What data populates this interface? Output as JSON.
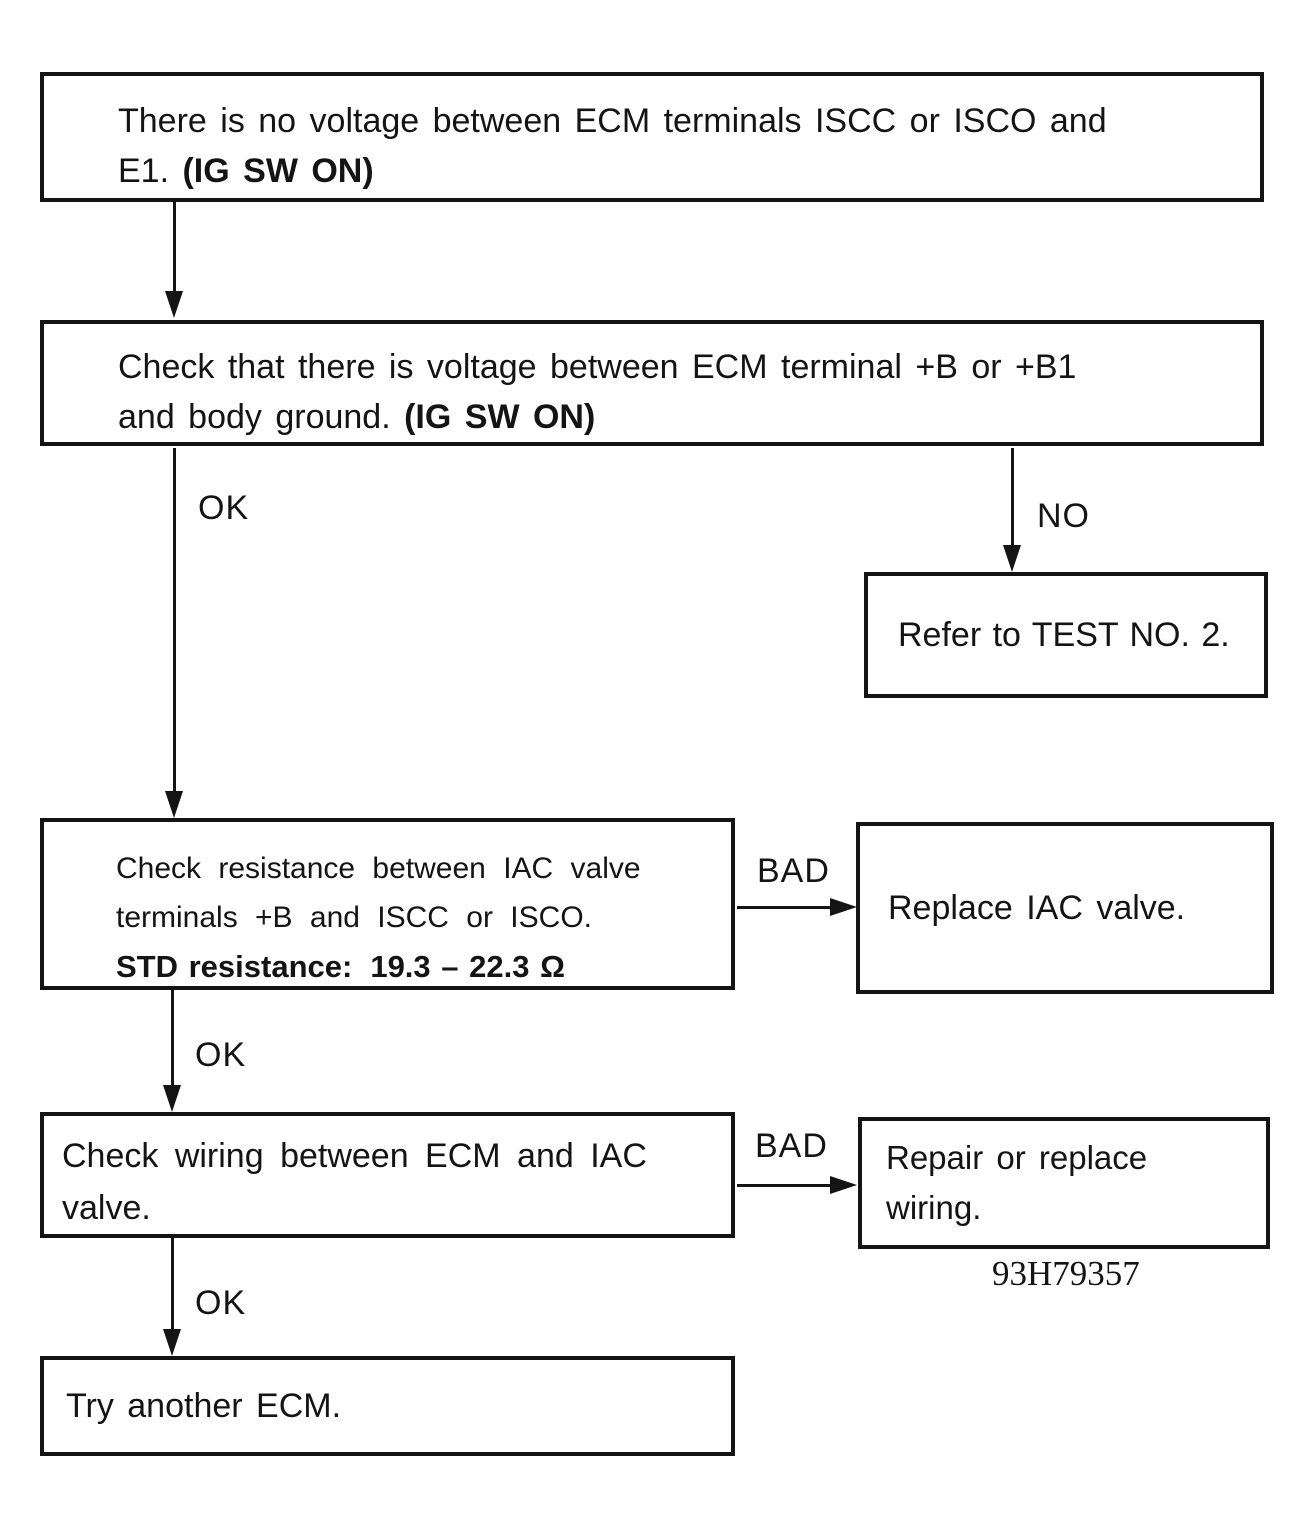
{
  "page": {
    "background": "#ffffff",
    "ink": "#141414",
    "figure_code": "93H79357"
  },
  "boxes": {
    "no_voltage": {
      "line1": "There is no voltage between ECM terminals ISCC or ISCO and",
      "line2_normal": "E1. ",
      "line2_bold": "(IG SW ON)"
    },
    "check_voltage": {
      "line1": "Check that there is voltage between ECM terminal +B or +B1",
      "line2_normal": "and body ground. ",
      "line2_bold": "(IG SW ON)"
    },
    "refer_test": {
      "line1": "Refer to TEST NO. 2."
    },
    "check_resistance": {
      "line1": "Check resistance between IAC valve",
      "line2": "terminals +B and ISCC or ISCO.",
      "line3_bold_label": "STD resistance:",
      "line3_bold_value": "19.3 – 22.3 Ω"
    },
    "replace_iac": {
      "line1": "Replace IAC valve."
    },
    "check_wiring": {
      "line1": "Check wiring between ECM and IAC",
      "line2": "valve."
    },
    "repair_wiring": {
      "line1": "Repair or replace",
      "line2": "wiring."
    },
    "try_ecm": {
      "line1": "Try another ECM."
    }
  },
  "connectors": {
    "ok_1": "OK",
    "no_1": "NO",
    "bad_1": "BAD",
    "ok_2": "OK",
    "bad_2": "BAD",
    "ok_3": "OK"
  }
}
